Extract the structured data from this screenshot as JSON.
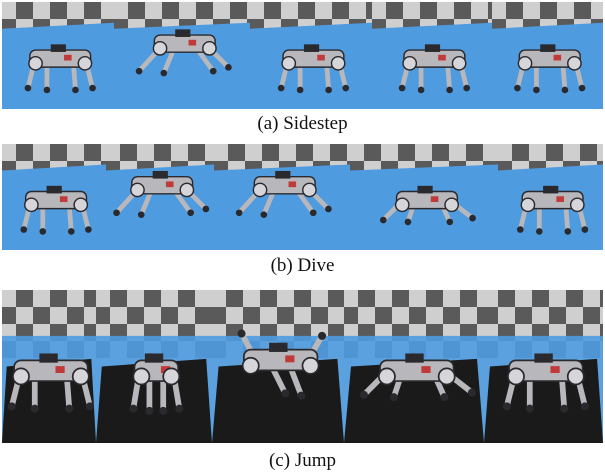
{
  "figure": {
    "panels": [
      {
        "caption": "(a) Sidestep",
        "frames": 5,
        "scene": "blue-mat"
      },
      {
        "caption": "(b) Dive",
        "frames": 5,
        "scene": "blue-mat"
      },
      {
        "caption": "(c) Jump",
        "frames": 5,
        "scene": "black-mat"
      }
    ]
  },
  "colors": {
    "blue_mat": "#4f9be0",
    "light_tile": "#cfcfcf",
    "dark_tile": "#5a5a5a",
    "black_mat": "#1a1a1a",
    "robot_body": "#b8b8bc",
    "robot_dark": "#2a2a2e",
    "accent_red": "#c03a3a"
  }
}
